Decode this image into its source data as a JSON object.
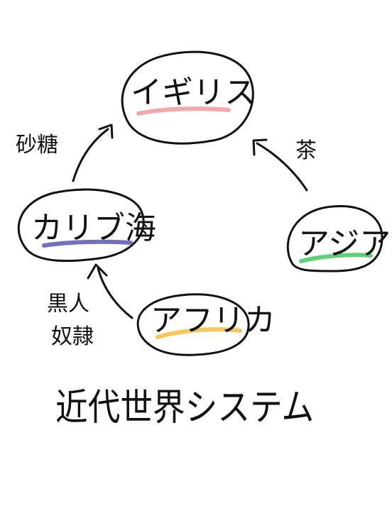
{
  "nodes": [
    {
      "id": "uk",
      "label": "イギリス",
      "underline_color": "#f4a7aa"
    },
    {
      "id": "caribbean",
      "label": "カリブ海",
      "underline_color": "#6f6fc4"
    },
    {
      "id": "asia",
      "label": "アジア",
      "underline_color": "#5fcf7a"
    },
    {
      "id": "africa",
      "label": "アフリカ",
      "underline_color": "#f7c65c"
    }
  ],
  "edges": [
    {
      "from": "caribbean",
      "to": "uk",
      "label": "砂糖"
    },
    {
      "from": "asia",
      "to": "uk",
      "label": "茶"
    },
    {
      "from": "africa",
      "to": "caribbean",
      "label_lines": [
        "黒人",
        "奴隷"
      ]
    }
  ],
  "caption": "近代世界システム"
}
